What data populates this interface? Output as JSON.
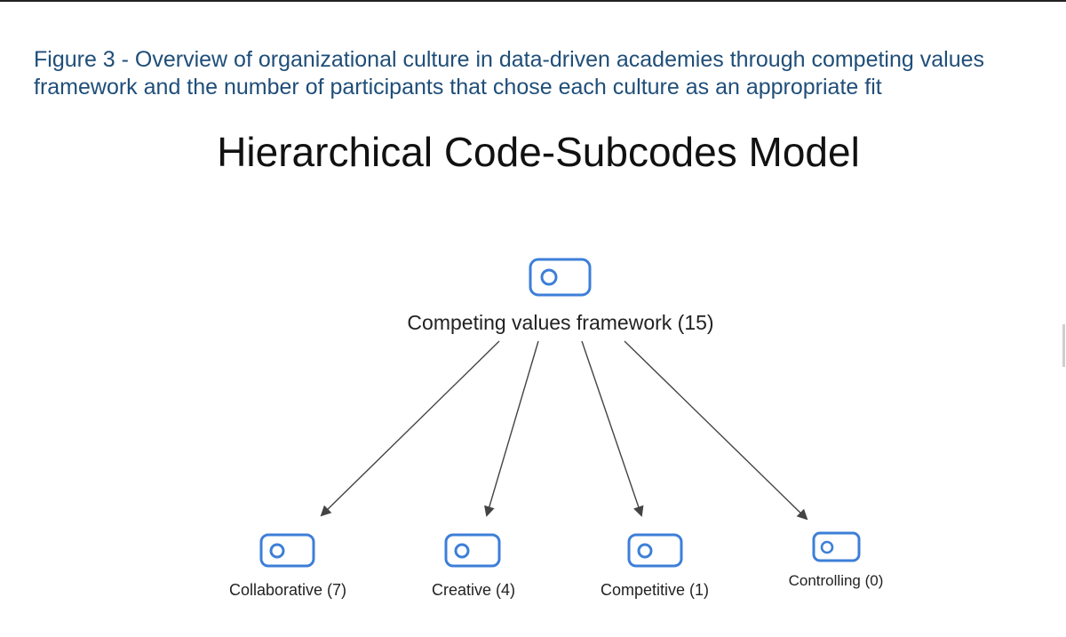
{
  "caption": {
    "line1": "Figure 3 - Overview of organizational culture in data-driven academies through competing values",
    "line2": "framework and the number of participants that chose each culture as an appropriate fit"
  },
  "model_title": "Hierarchical Code-Subcodes Model",
  "root": {
    "label": "Competing values framework (15)",
    "icon": "code-tag-icon"
  },
  "subcodes": [
    {
      "id": "collaborative",
      "label": "Collaborative (7)",
      "icon": "code-tag-icon"
    },
    {
      "id": "creative",
      "label": "Creative (4)",
      "icon": "code-tag-icon"
    },
    {
      "id": "competitive",
      "label": "Competitive (1)",
      "icon": "code-tag-icon"
    },
    {
      "id": "controlling",
      "label": "Controlling (0)",
      "icon": "code-tag-icon"
    }
  ],
  "colors": {
    "icon_stroke": "#3d7fd8",
    "arrow": "#444444",
    "caption": "#1f4e79"
  }
}
